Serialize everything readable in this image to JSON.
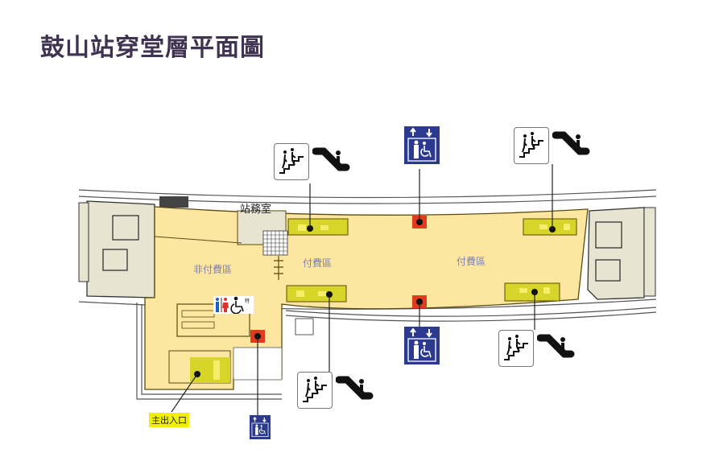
{
  "title": "鼓山站穿堂層平面圖",
  "map": {
    "zones": [
      {
        "id": "unpaid",
        "label": "非付費區"
      },
      {
        "id": "paid_left",
        "label": "付費區"
      },
      {
        "id": "paid_right",
        "label": "付費區"
      }
    ],
    "office_label": "站務室",
    "exit_label": "主出入口",
    "icons": {
      "stairs_escalator": "stairs-and-escalator-icon",
      "elevator": "accessible-elevator-icon",
      "restroom": "restroom-icon",
      "accessible": "wheelchair-icon"
    },
    "colors": {
      "concourse": "#fde6a0",
      "escalator": "#d7d42a",
      "elevator_marker": "#e23a1d",
      "equipment_room": "#e7e4d2",
      "elevator_sign": "#2b3a8f",
      "title": "#3f3351",
      "zone_text": "#7b7fb8",
      "exit_label_bg": "#f1f000"
    }
  }
}
